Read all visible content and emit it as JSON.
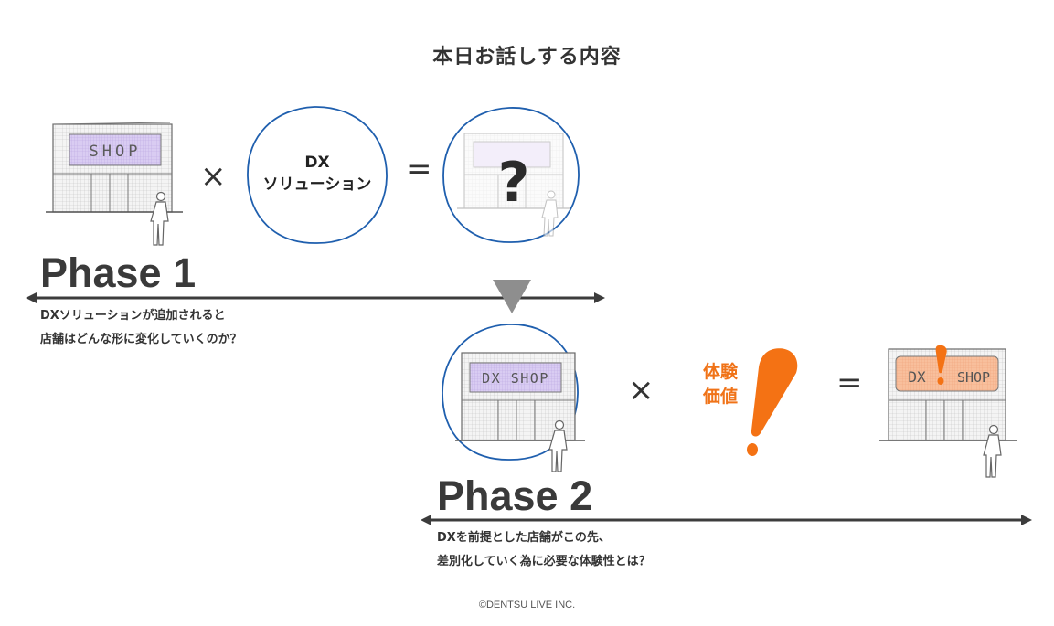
{
  "header": {
    "title": "本日お話しする内容"
  },
  "operators": {
    "times": "×",
    "equals": "="
  },
  "phase1": {
    "label": "Phase 1",
    "circle_label_line1": "DX",
    "circle_label_line2": "ソリューション",
    "question_mark": "?",
    "description_line1": "DXソリューションが追加されると",
    "description_line2": "店舗はどんな形に変化していくのか？"
  },
  "phase2": {
    "label": "Phase 2",
    "experience_line1": "体験",
    "experience_line2": "価値",
    "description_line1": "DXを前提とした店舗がこの先、",
    "description_line2": "差別化していく為に必要な体験性とは？"
  },
  "signs": {
    "shop": "SHOP",
    "dx_shop": "DX SHOP",
    "dx": "DX",
    "shop_after_bang": "SHOP"
  },
  "colors": {
    "circle_stroke": "#1f5fae",
    "sign_purple": "#d8c8f0",
    "sign_orange": "#f7b896",
    "accent_orange": "#f47214",
    "arrow_dark": "#3c3c3c",
    "triangle_gray": "#8e8e8e"
  },
  "footer": {
    "copyright": "©DENTSU LIVE INC."
  }
}
